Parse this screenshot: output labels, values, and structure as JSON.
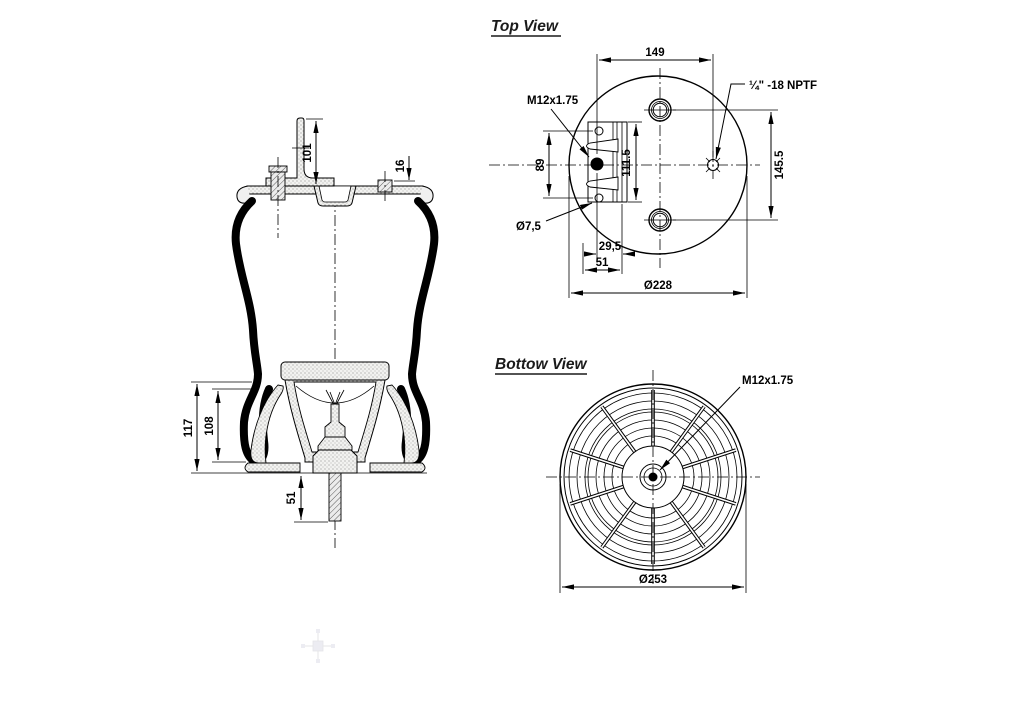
{
  "drawing": {
    "side_view": {
      "dims": {
        "bracket_arm_height": "101",
        "right_stud_height": "16",
        "total_piston_height": "117",
        "piston_height": "108",
        "lower_stud_length": "51"
      }
    },
    "top_view": {
      "title": "Top View",
      "labels": {
        "stud_thread": "M12x1.75",
        "bracket_hole_dia": "Ø7,5",
        "air_fitting": "¼\"  -18 NPTF"
      },
      "dims": {
        "stud_to_fitting": "149",
        "bracket_hole_spacing": "89",
        "plate_height": "111.5",
        "port_spacing": "145.5",
        "stud_offset": "29,5",
        "plate_width": "51",
        "top_plate_dia": "Ø228"
      }
    },
    "bottom_view": {
      "title": "Bottow View",
      "labels": {
        "stud_thread": "M12x1.75"
      },
      "dims": {
        "piston_dia": "Ø253"
      }
    }
  }
}
